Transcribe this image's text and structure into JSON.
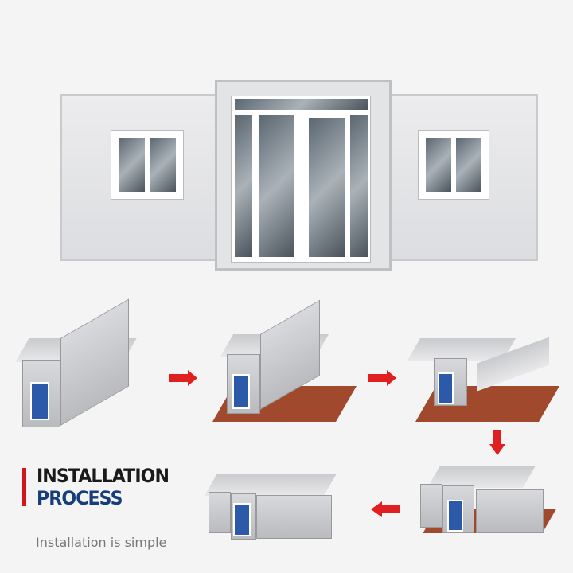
{
  "heading": {
    "line1": "INSTALLATION",
    "line2": "PROCESS",
    "subtitle": "Installation is simple"
  },
  "colors": {
    "accent_bar": "#d0161b",
    "line1": "#1a1a1a",
    "line2": "#173e7c",
    "subtitle": "#777777",
    "arrow": "#e02020"
  },
  "steps": [
    "folded-container",
    "floor-unfolded",
    "roof-unfolding",
    "walls-unfolding",
    "fully-expanded-house"
  ]
}
